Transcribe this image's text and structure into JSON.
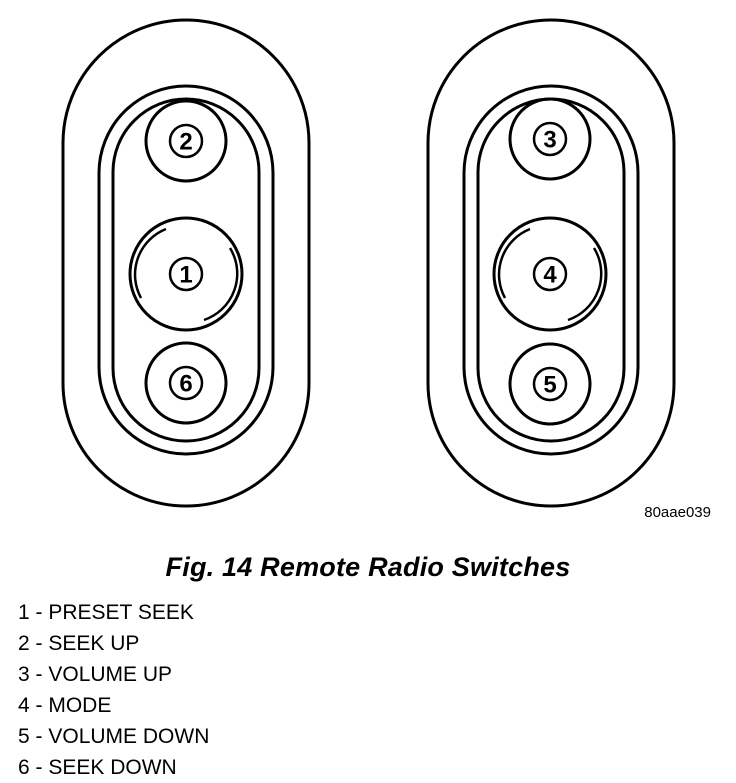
{
  "figure": {
    "code": "80aae039",
    "caption": "Fig. 14 Remote Radio Switches"
  },
  "switches": {
    "left": {
      "top": "2",
      "middle": "1",
      "bottom": "6"
    },
    "right": {
      "top": "3",
      "middle": "4",
      "bottom": "5"
    }
  },
  "legend": [
    {
      "number": "1",
      "separator": " - ",
      "label": "PRESET SEEK"
    },
    {
      "number": "2",
      "separator": " - ",
      "label": "SEEK UP"
    },
    {
      "number": "3",
      "separator": " - ",
      "label": "VOLUME UP"
    },
    {
      "number": "4",
      "separator": " - ",
      "label": "MODE"
    },
    {
      "number": "5",
      "separator": " - ",
      "label": "VOLUME DOWN"
    },
    {
      "number": "6",
      "separator": " - ",
      "label": "SEEK DOWN"
    }
  ]
}
